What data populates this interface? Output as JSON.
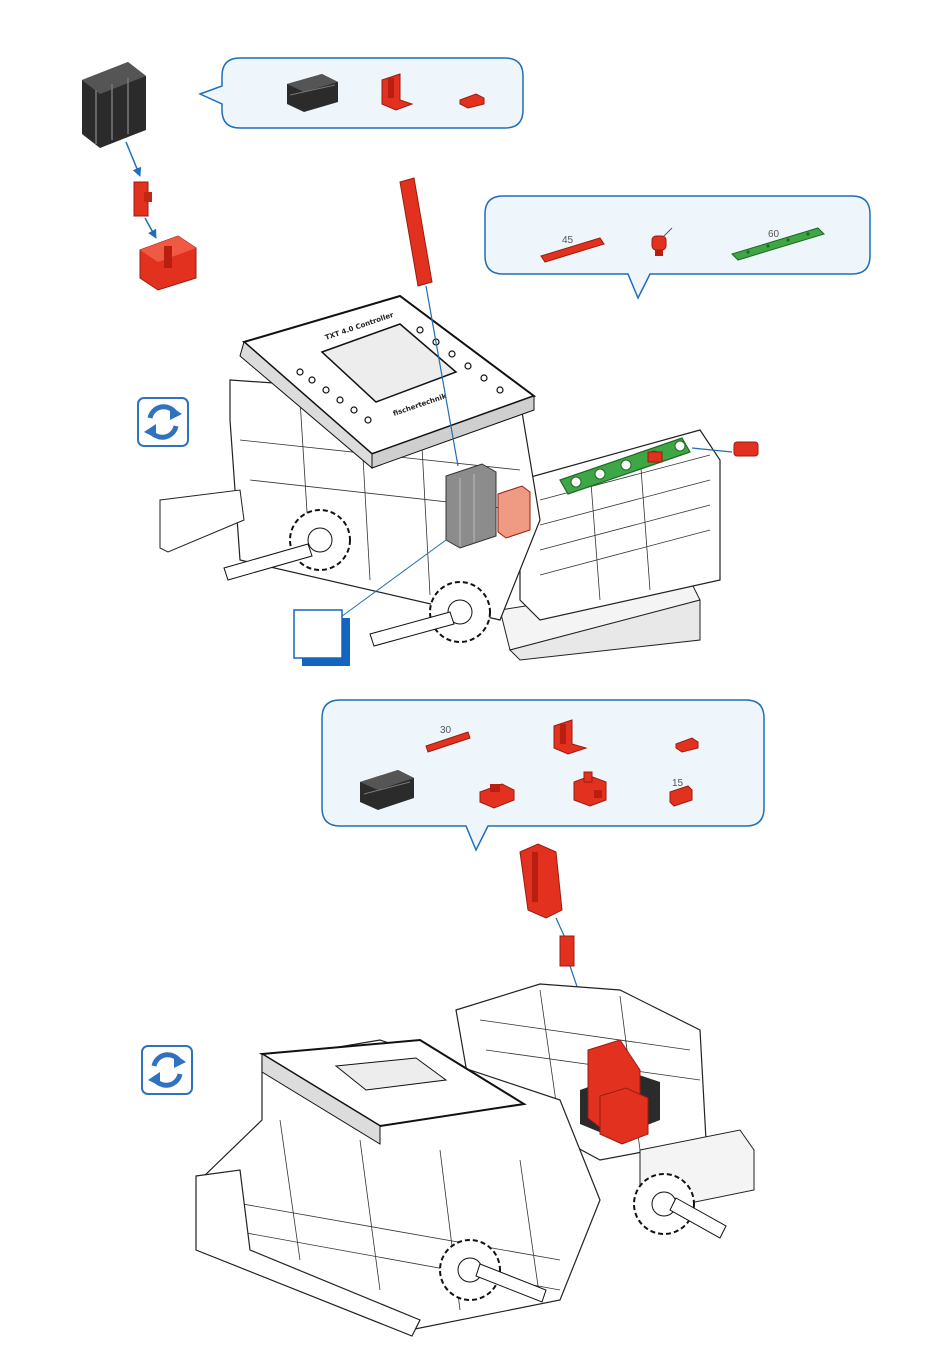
{
  "callout_top": {
    "parts": [
      {
        "icon": "black-building-block-icon",
        "label": ""
      },
      {
        "icon": "red-angle-block-icon",
        "label": ""
      },
      {
        "icon": "red-small-clip-icon",
        "label": ""
      }
    ]
  },
  "callout_right": {
    "parts": [
      {
        "icon": "red-rod-icon",
        "label": "45"
      },
      {
        "icon": "red-spring-cam-icon",
        "label": ""
      },
      {
        "icon": "green-strut-icon",
        "label": "60"
      }
    ]
  },
  "callout_bottom": {
    "parts": [
      {
        "icon": "red-rod-icon",
        "label": "30"
      },
      {
        "icon": "red-angle-block-icon",
        "label": ""
      },
      {
        "icon": "red-small-clip-icon",
        "label": ""
      },
      {
        "icon": "black-building-block-icon",
        "label": ""
      },
      {
        "icon": "red-connector-icon",
        "label": ""
      },
      {
        "icon": "red-cross-block-icon",
        "label": ""
      },
      {
        "icon": "red-short-block-icon",
        "label": "15"
      }
    ]
  },
  "controller": {
    "title": "TXT 4.0 Controller",
    "brand": "fischertechnik"
  },
  "colors": {
    "callout_border": "#1e6eb8",
    "callout_fill": "#eef6fc",
    "red_part": "#e2321f",
    "black_part": "#2b2b2b",
    "green_part": "#3fa646",
    "rotate_icon": "#2f73c0",
    "highlight_square": "#1565c0"
  }
}
